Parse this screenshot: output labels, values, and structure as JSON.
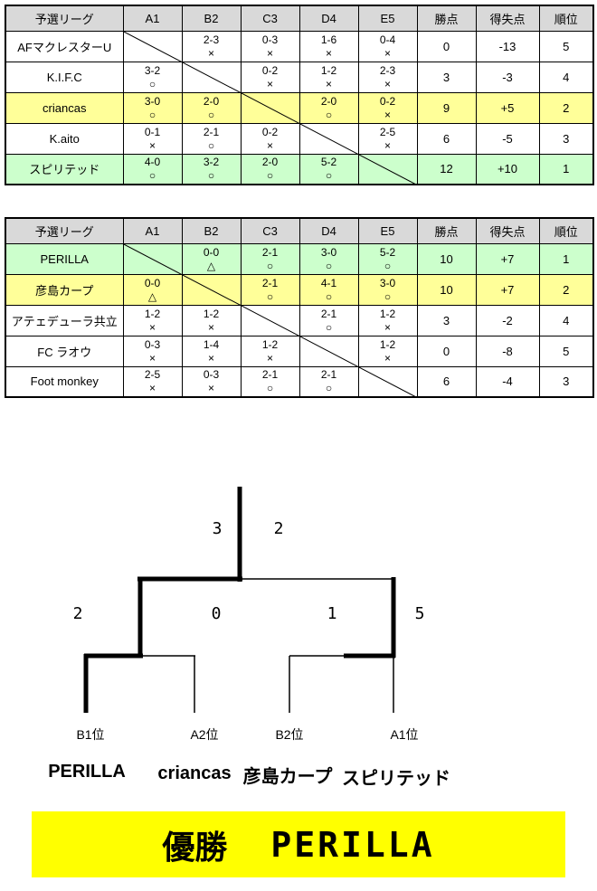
{
  "colors": {
    "header_bg": "#d9d9d9",
    "yellow_row": "#ffff99",
    "green_row": "#ccffcc",
    "banner_bg": "#ffff00"
  },
  "tables": [
    {
      "headers": [
        "予選リーグ",
        "A1",
        "B2",
        "C3",
        "D4",
        "E5",
        "勝点",
        "得失点",
        "順位"
      ],
      "rows": [
        {
          "team": "AFマクレスターU",
          "highlight": "none",
          "cells": [
            {
              "score": "",
              "mark": ""
            },
            {
              "score": "2-3",
              "mark": "×"
            },
            {
              "score": "0-3",
              "mark": "×"
            },
            {
              "score": "1-6",
              "mark": "×"
            },
            {
              "score": "0-4",
              "mark": "×"
            }
          ],
          "points": "0",
          "diff": "-13",
          "rank": "5"
        },
        {
          "team": "K.I.F.C",
          "highlight": "none",
          "cells": [
            {
              "score": "3-2",
              "mark": "○"
            },
            {
              "score": "",
              "mark": ""
            },
            {
              "score": "0-2",
              "mark": "×"
            },
            {
              "score": "1-2",
              "mark": "×"
            },
            {
              "score": "2-3",
              "mark": "×"
            }
          ],
          "points": "3",
          "diff": "-3",
          "rank": "4"
        },
        {
          "team": "criancas",
          "highlight": "yellow",
          "cells": [
            {
              "score": "3-0",
              "mark": "○"
            },
            {
              "score": "2-0",
              "mark": "○"
            },
            {
              "score": "",
              "mark": ""
            },
            {
              "score": "2-0",
              "mark": "○"
            },
            {
              "score": "0-2",
              "mark": "×"
            }
          ],
          "points": "9",
          "diff": "+5",
          "rank": "2"
        },
        {
          "team": "K.aito",
          "highlight": "none",
          "cells": [
            {
              "score": "0-1",
              "mark": "×"
            },
            {
              "score": "2-1",
              "mark": "○"
            },
            {
              "score": "0-2",
              "mark": "×"
            },
            {
              "score": "",
              "mark": ""
            },
            {
              "score": "2-5",
              "mark": "×"
            }
          ],
          "points": "6",
          "diff": "-5",
          "rank": "3"
        },
        {
          "team": "スピリテッド",
          "highlight": "green",
          "cells": [
            {
              "score": "4-0",
              "mark": "○"
            },
            {
              "score": "3-2",
              "mark": "○"
            },
            {
              "score": "2-0",
              "mark": "○"
            },
            {
              "score": "5-2",
              "mark": "○"
            },
            {
              "score": "",
              "mark": ""
            }
          ],
          "points": "12",
          "diff": "+10",
          "rank": "1"
        }
      ]
    },
    {
      "headers": [
        "予選リーグ",
        "A1",
        "B2",
        "C3",
        "D4",
        "E5",
        "勝点",
        "得失点",
        "順位"
      ],
      "rows": [
        {
          "team": "PERILLA",
          "highlight": "green",
          "cells": [
            {
              "score": "",
              "mark": ""
            },
            {
              "score": "0-0",
              "mark": "△"
            },
            {
              "score": "2-1",
              "mark": "○"
            },
            {
              "score": "3-0",
              "mark": "○"
            },
            {
              "score": "5-2",
              "mark": "○"
            }
          ],
          "points": "10",
          "diff": "+7",
          "rank": "1"
        },
        {
          "team": "彦島カープ",
          "highlight": "yellow",
          "cells": [
            {
              "score": "0-0",
              "mark": "△"
            },
            {
              "score": "",
              "mark": ""
            },
            {
              "score": "2-1",
              "mark": "○"
            },
            {
              "score": "4-1",
              "mark": "○"
            },
            {
              "score": "3-0",
              "mark": "○"
            }
          ],
          "points": "10",
          "diff": "+7",
          "rank": "2"
        },
        {
          "team": "アテェデューラ共立",
          "highlight": "none",
          "cells": [
            {
              "score": "1-2",
              "mark": "×"
            },
            {
              "score": "1-2",
              "mark": "×"
            },
            {
              "score": "",
              "mark": ""
            },
            {
              "score": "2-1",
              "mark": "○"
            },
            {
              "score": "1-2",
              "mark": "×"
            }
          ],
          "points": "3",
          "diff": "-2",
          "rank": "4"
        },
        {
          "team": "FC ラオウ",
          "highlight": "none",
          "cells": [
            {
              "score": "0-3",
              "mark": "×"
            },
            {
              "score": "1-4",
              "mark": "×"
            },
            {
              "score": "1-2",
              "mark": "×"
            },
            {
              "score": "",
              "mark": ""
            },
            {
              "score": "1-2",
              "mark": "×"
            }
          ],
          "points": "0",
          "diff": "-8",
          "rank": "5"
        },
        {
          "team": "Foot monkey",
          "highlight": "none",
          "cells": [
            {
              "score": "2-5",
              "mark": "×"
            },
            {
              "score": "0-3",
              "mark": "×"
            },
            {
              "score": "2-1",
              "mark": "○"
            },
            {
              "score": "2-1",
              "mark": "○"
            },
            {
              "score": "",
              "mark": ""
            }
          ],
          "points": "6",
          "diff": "-4",
          "rank": "3"
        }
      ]
    }
  ],
  "bracket": {
    "final": {
      "left_score": "3",
      "right_score": "2"
    },
    "semifinal_left": {
      "left_score": "2",
      "right_score": "0"
    },
    "semifinal_right": {
      "left_score": "1",
      "right_score": "5"
    },
    "slots": [
      {
        "seed": "B1位",
        "team": "PERILLA"
      },
      {
        "seed": "A2位",
        "team": "criancas"
      },
      {
        "seed": "B2位",
        "team": "彦島カープ"
      },
      {
        "seed": "A1位",
        "team": "スピリテッド"
      }
    ]
  },
  "banner": {
    "title": "優勝",
    "winner": "PERILLA"
  }
}
